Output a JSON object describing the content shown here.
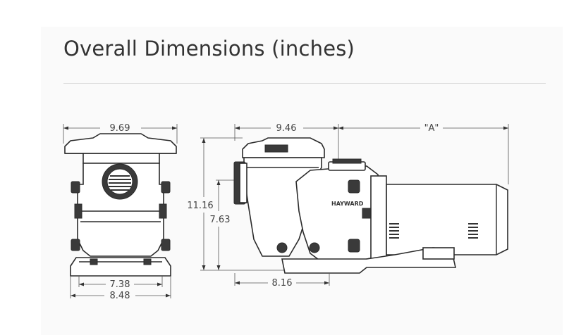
{
  "heading": {
    "title": "Overall Dimensions (inches)"
  },
  "front_view": {
    "top_width": "9.69",
    "base_inner": "7.38",
    "base_outer": "8.48"
  },
  "side_view": {
    "top_length": "9.46",
    "overall_length": "\"A\"",
    "overall_height": "11.16",
    "inlet_height": "7.63",
    "base_length": "8.16",
    "brand": "HAYWARD"
  }
}
